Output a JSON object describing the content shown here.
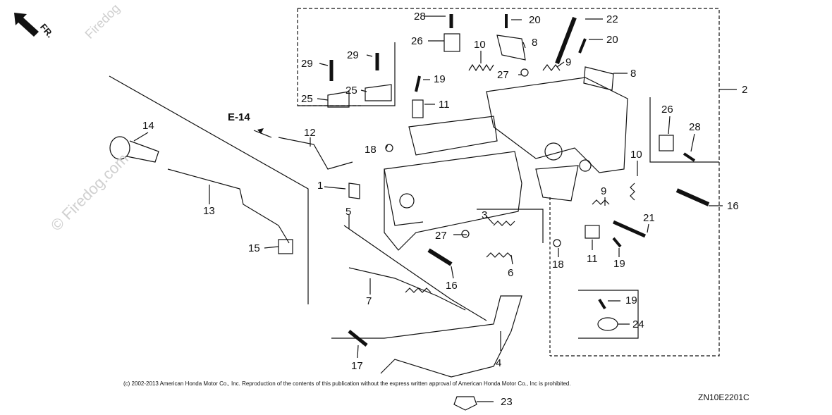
{
  "diagram": {
    "callouts": [
      "1",
      "2",
      "3",
      "4",
      "5",
      "6",
      "7",
      "8",
      "9",
      "10",
      "11",
      "12",
      "13",
      "14",
      "15",
      "16",
      "17",
      "18",
      "19",
      "20",
      "21",
      "22",
      "23",
      "24",
      "25",
      "26",
      "27",
      "28",
      "29"
    ],
    "reference": "E-14",
    "orientation": "FR.",
    "copyright": "(c) 2002-2013 American Honda Motor Co., Inc. Reproduction of the contents of this publication without the express written approval of American Honda Motor Co., Inc is prohibited.",
    "diagram_code": "ZN10E2201C",
    "watermark": "© Firedog.com",
    "watermark_short": "Firedog"
  },
  "colors": {
    "line": "#111111",
    "watermark": "#d0d0d0",
    "background": "#ffffff"
  }
}
